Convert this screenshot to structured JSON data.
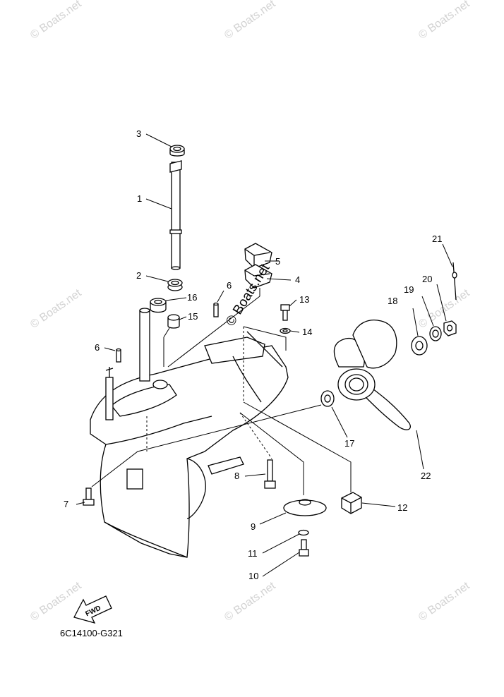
{
  "watermark": "© Boats.net",
  "diagram_code": "6C14100-G321",
  "fwd_label": "FWD",
  "part_labels": {
    "p1": "1",
    "p2": "2",
    "p3": "3",
    "p4": "4",
    "p5": "5",
    "p6a": "6",
    "p6b": "6",
    "p7": "7",
    "p8": "8",
    "p9": "9",
    "p10": "10",
    "p11": "11",
    "p12": "12",
    "p13": "13",
    "p14": "14",
    "p15": "15",
    "p16": "16",
    "p17": "17",
    "p18": "18",
    "p19": "19",
    "p20": "20",
    "p21": "21",
    "p22": "22"
  }
}
